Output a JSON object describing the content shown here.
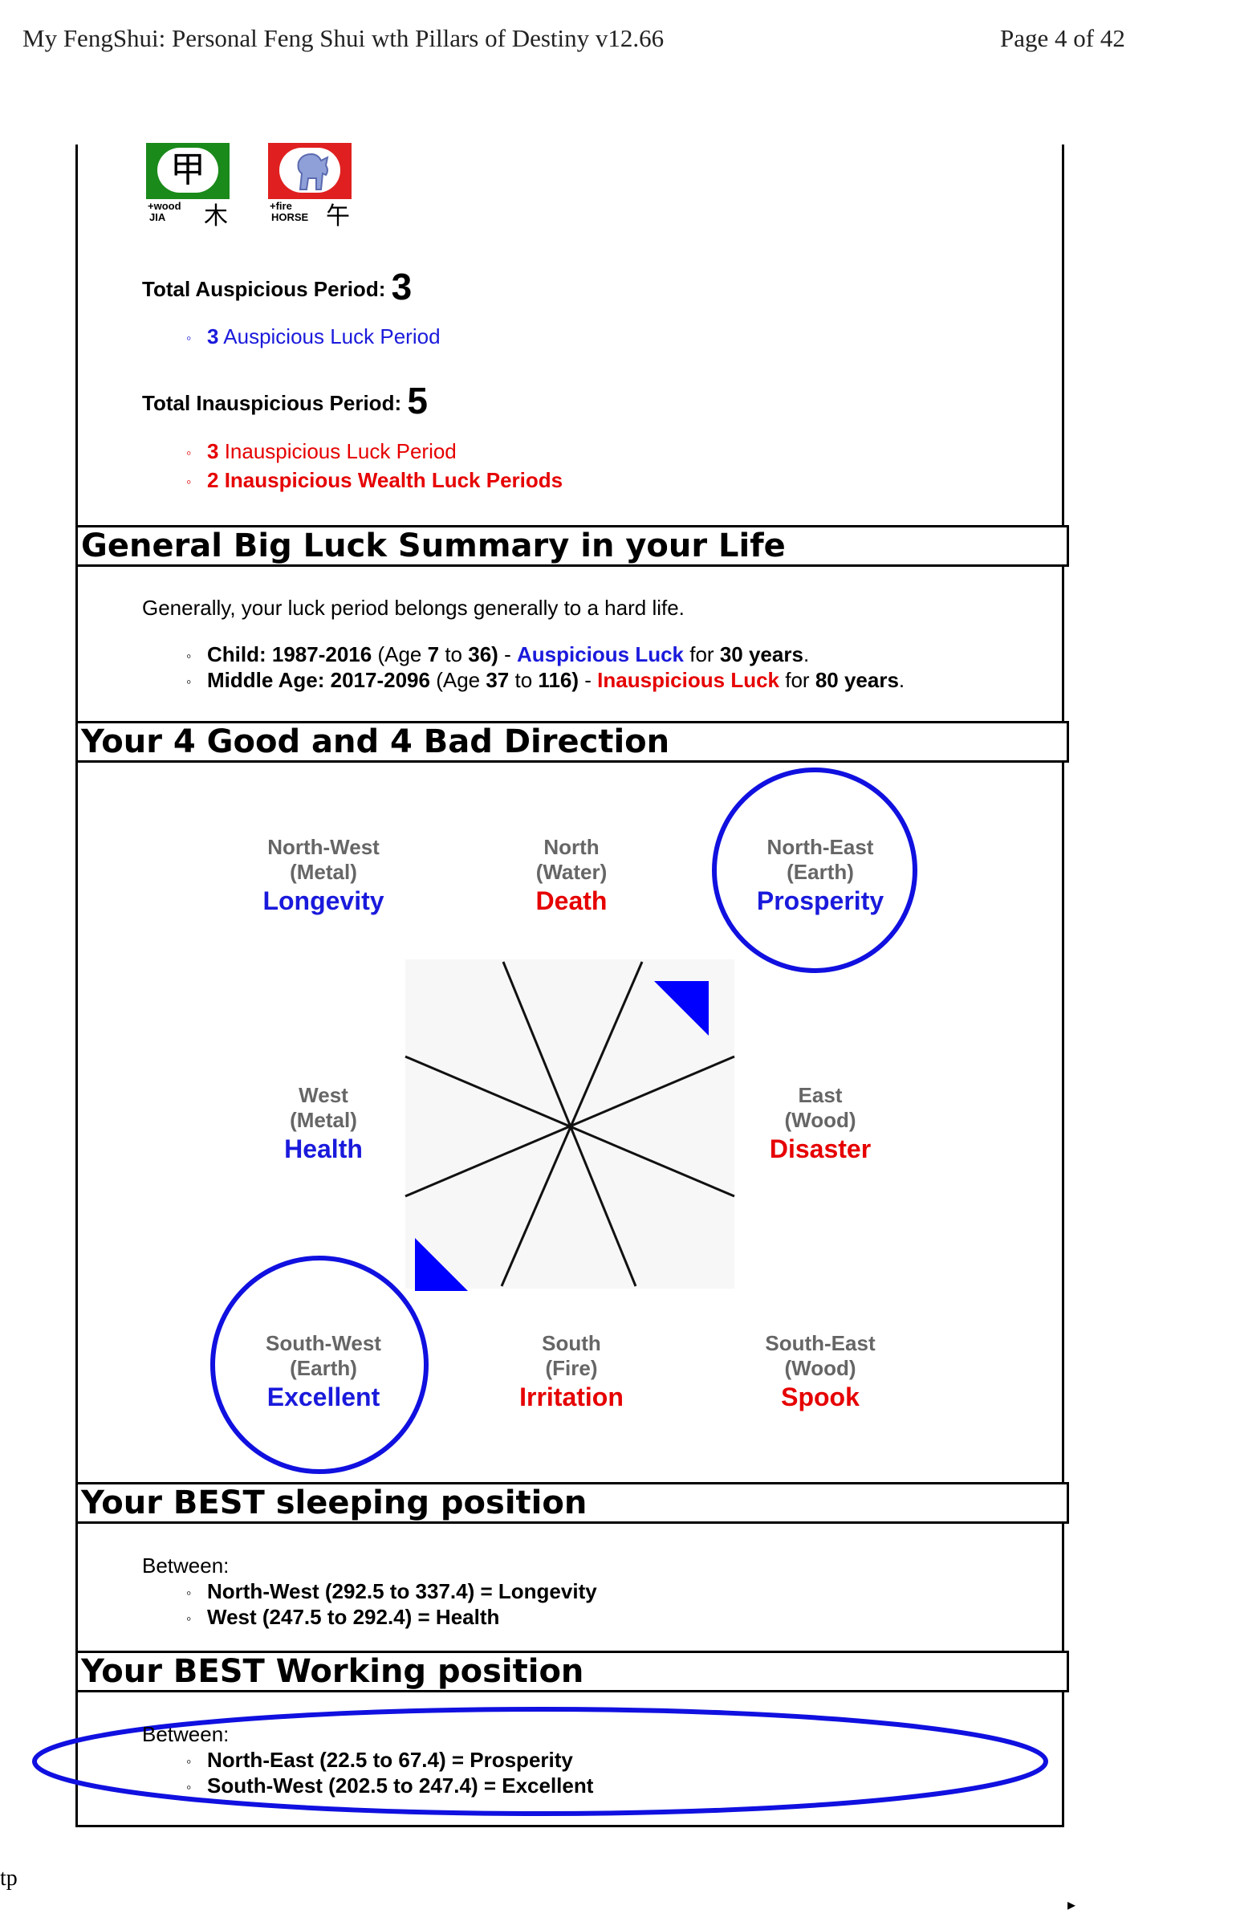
{
  "header": {
    "title": "My FengShui: Personal Feng Shui wth Pillars of Destiny v12.66",
    "page": "Page 4 of 42"
  },
  "pillars": [
    {
      "stem_char": "甲",
      "label_top": "+wood",
      "label_bottom": "JIA",
      "element_char": "木",
      "color": "#1a8a1a"
    },
    {
      "stem_char": "",
      "label_top": "+fire",
      "label_bottom": "HORSE",
      "element_char": "午",
      "color": "#e02020"
    }
  ],
  "auspicious": {
    "label": "Total Auspicious Period:",
    "total": "3",
    "item_count": "3",
    "item_text": "Auspicious Luck Period"
  },
  "inauspicious": {
    "label": "Total Inauspicious Period:",
    "total": "5",
    "item1_count": "3",
    "item1_text": "Inauspicious Luck Period",
    "item2_count": "2",
    "item2_text": "Inauspicious Wealth Luck Periods"
  },
  "summary": {
    "title": "General Big Luck Summary in your Life",
    "intro": "Generally, your luck period belongs generally to a hard life.",
    "child": {
      "label": "Child:",
      "range": "1987-2016",
      "age_open": "(Age",
      "age_from": "7",
      "to": "to",
      "age_to": "36)",
      "dash": "-",
      "luck": "Auspicious Luck",
      "for": "for",
      "years": "30 years",
      "end": "."
    },
    "middle": {
      "label": "Middle Age:",
      "range": "2017-2096",
      "age_open": "(Age",
      "age_from": "37",
      "to": "to",
      "age_to": "116)",
      "dash": "-",
      "luck": "Inauspicious Luck",
      "for": "for",
      "years": "80 years",
      "end": "."
    }
  },
  "directions": {
    "title": "Your 4 Good and 4 Bad Direction",
    "nw": {
      "name": "North-West",
      "element": "(Metal)",
      "luck": "Longevity",
      "good": true
    },
    "n": {
      "name": "North",
      "element": "(Water)",
      "luck": "Death",
      "good": false
    },
    "ne": {
      "name": "North-East",
      "element": "(Earth)",
      "luck": "Prosperity",
      "good": true
    },
    "w": {
      "name": "West",
      "element": "(Metal)",
      "luck": "Health",
      "good": true
    },
    "e": {
      "name": "East",
      "element": "(Wood)",
      "luck": "Disaster",
      "good": false
    },
    "sw": {
      "name": "South-West",
      "element": "(Earth)",
      "luck": "Excellent",
      "good": true
    },
    "s": {
      "name": "South",
      "element": "(Fire)",
      "luck": "Irritation",
      "good": false
    },
    "se": {
      "name": "South-East",
      "element": "(Wood)",
      "luck": "Spook",
      "good": false
    },
    "colors": {
      "good": "#1a1adc",
      "bad": "#e60000",
      "circle": "#1010e0"
    }
  },
  "sleeping": {
    "title": "Your BEST sleeping position",
    "between": "Between:",
    "items": [
      "North-West (292.5 to 337.4) = Longevity",
      "West (247.5 to 292.4) = Health"
    ]
  },
  "working": {
    "title": "Your BEST Working position",
    "between": "Between:",
    "items": [
      "North-East (22.5 to 67.4) = Prosperity",
      "South-West (202.5 to 247.4) = Excellent"
    ]
  },
  "bullet_glyph": "◦",
  "edge": {
    "bottom_left": "tp"
  }
}
